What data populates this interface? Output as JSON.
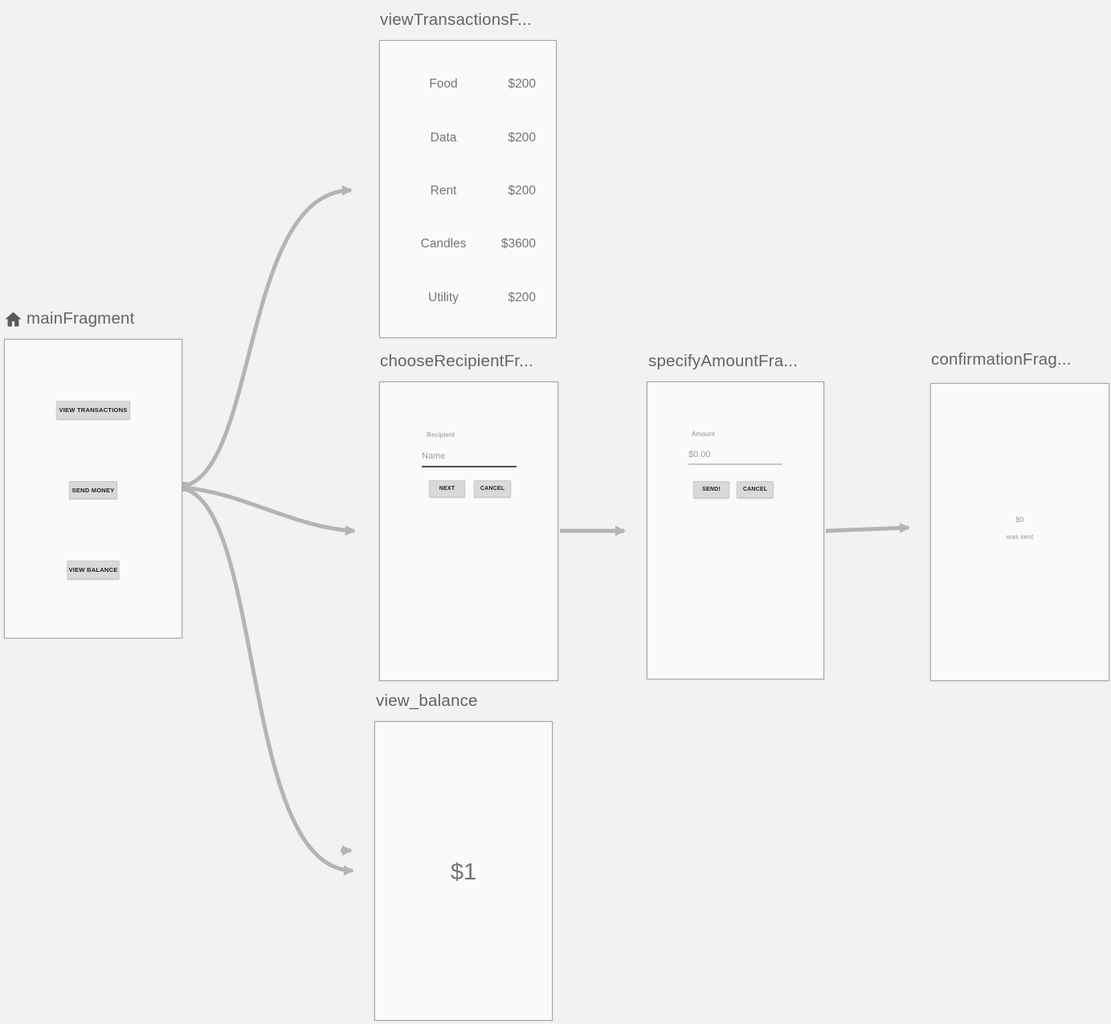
{
  "fragments": {
    "main": {
      "title": "mainFragment",
      "view_transactions_button": "VIEW TRANSACTIONS",
      "send_money_button": "SEND MONEY",
      "view_balance_button": "VIEW BALANCE"
    },
    "view_transactions": {
      "title": "viewTransactionsF...",
      "rows": [
        {
          "label": "Food",
          "amount": "$200"
        },
        {
          "label": "Data",
          "amount": "$200"
        },
        {
          "label": "Rent",
          "amount": "$200"
        },
        {
          "label": "Candles",
          "amount": "$3600"
        },
        {
          "label": "Utility",
          "amount": "$200"
        }
      ]
    },
    "choose_recipient": {
      "title": "chooseRecipientFr...",
      "field_label": "Recipient",
      "input_placeholder": "Name",
      "next_button": "NEXT",
      "cancel_button": "CANCEL"
    },
    "specify_amount": {
      "title": "specifyAmountFra...",
      "field_label": "Amount",
      "input_placeholder": "$0.00",
      "send_button": "SEND!",
      "cancel_button": "CANCEL"
    },
    "confirmation": {
      "title": "confirmationFrag...",
      "amount": "$0",
      "message": "was sent"
    },
    "view_balance": {
      "title": "view_balance",
      "balance": "$1"
    }
  },
  "colors": {
    "canvas_bg": "#f2f2f2",
    "card_bg": "#fafafa",
    "card_border": "#a6a6a6",
    "arrow": "#b4b4b4",
    "title_text": "#646464",
    "content_text": "#757575",
    "button_bg": "#d9d9d9"
  }
}
